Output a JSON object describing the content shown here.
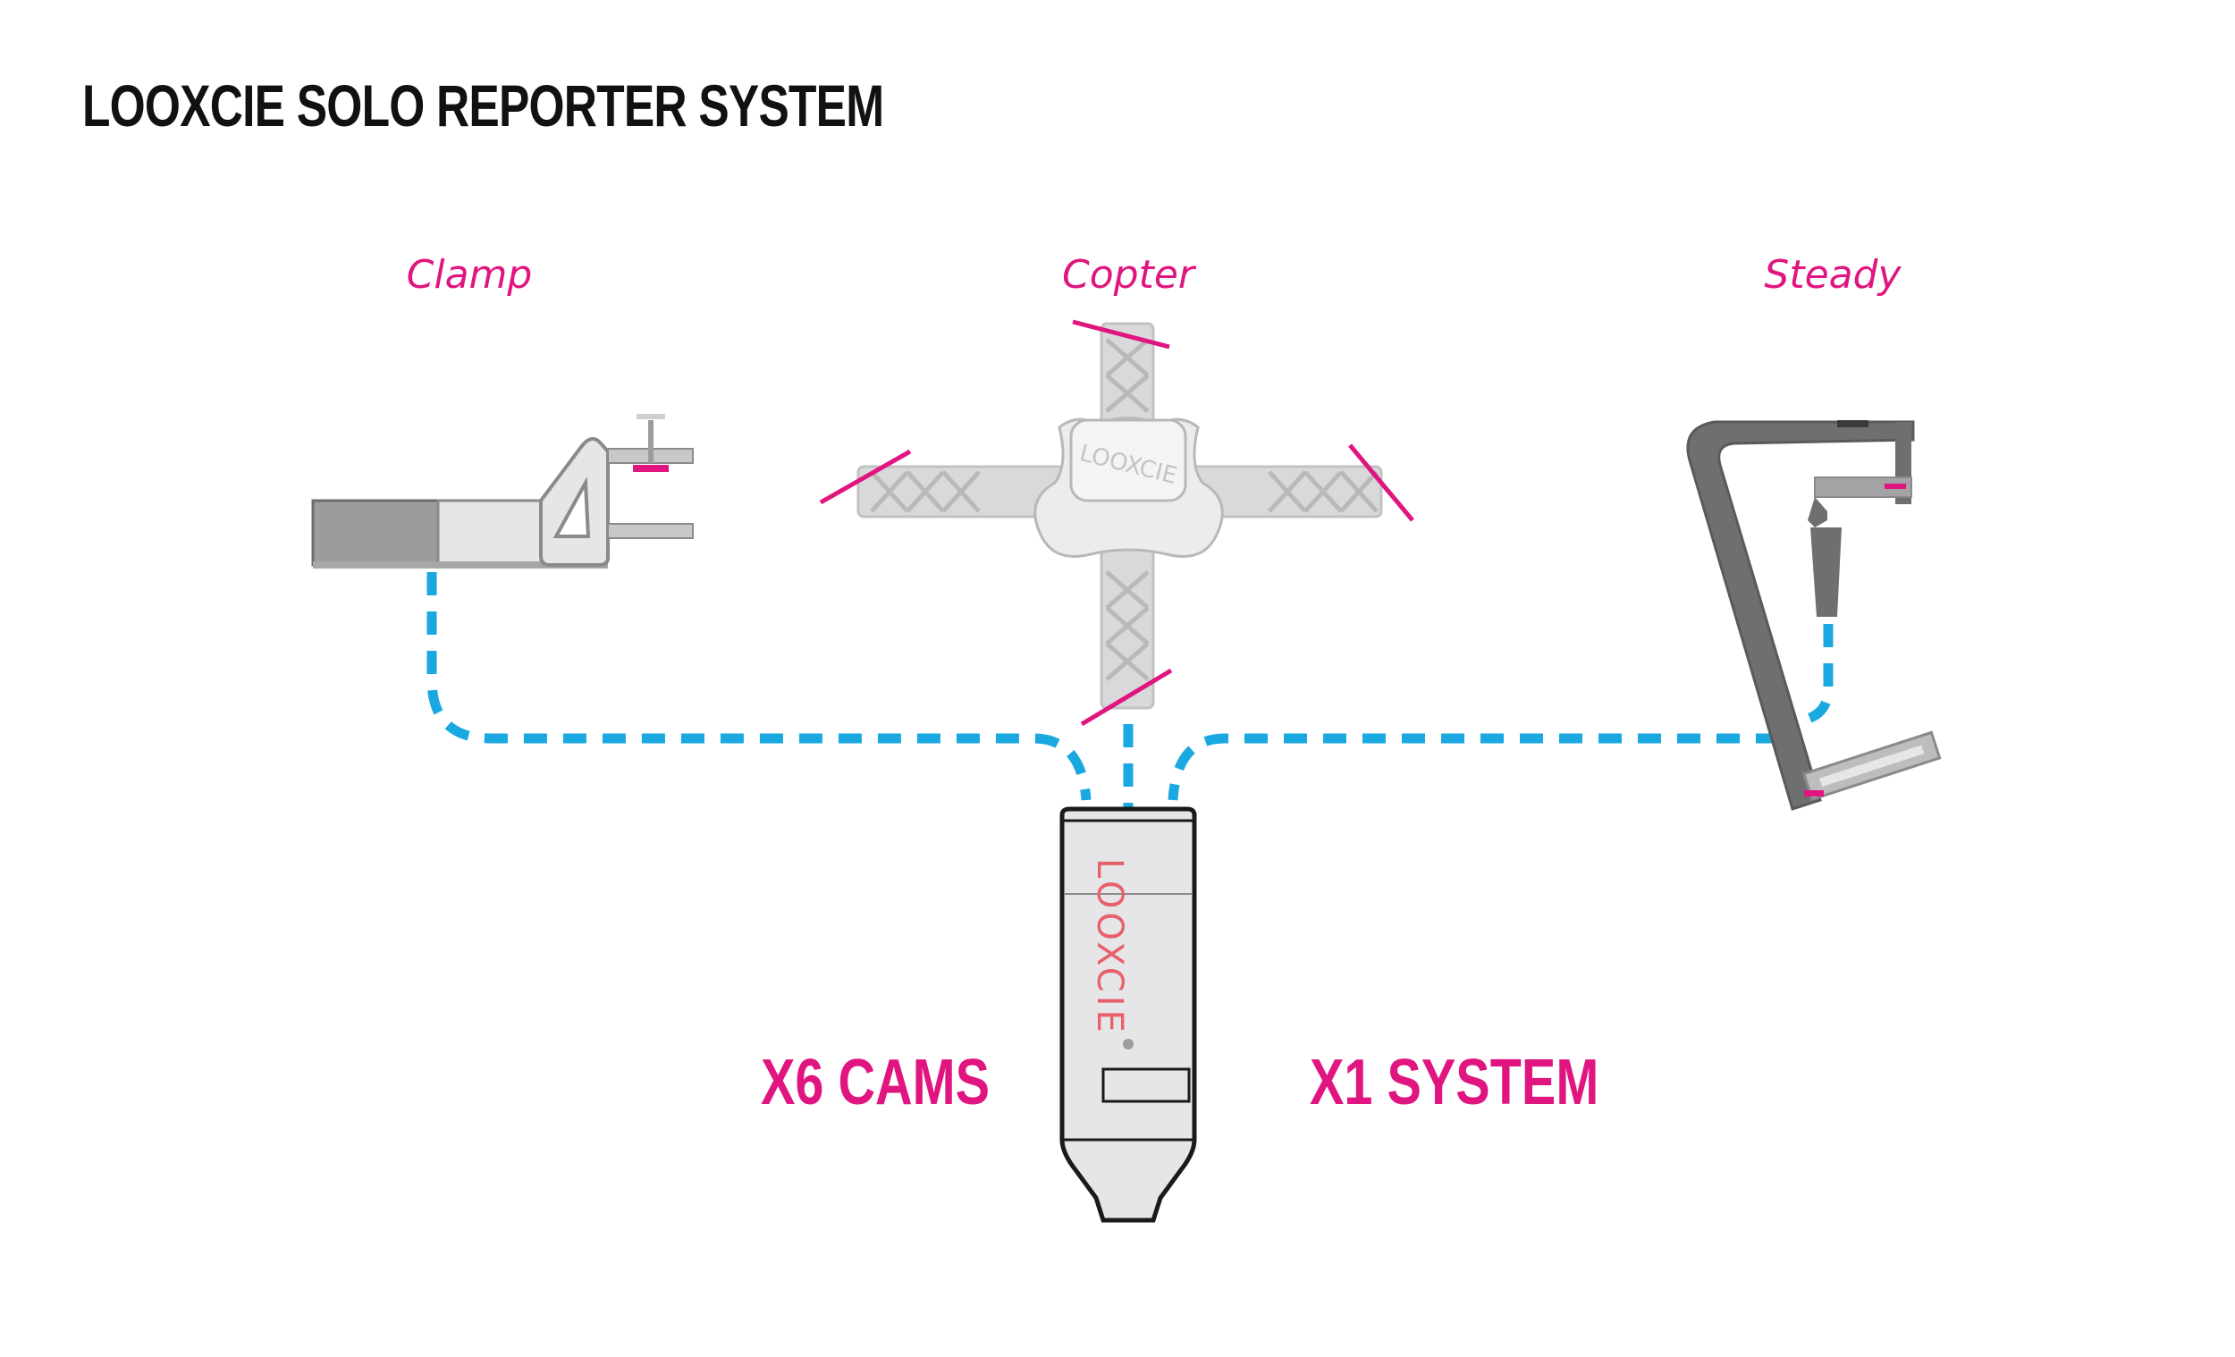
{
  "title": "LOOXCIE SOLO REPORTER SYSTEM",
  "accessories": {
    "clamp": {
      "label": "Clamp"
    },
    "copter": {
      "label": "Copter",
      "brand_text": "LOOXCIE"
    },
    "steady": {
      "label": "Steady"
    }
  },
  "camera": {
    "brand_text": "LOOXCIE"
  },
  "counts": {
    "cams": "X6 CAMS",
    "system": "X1 SYSTEM"
  },
  "colors": {
    "accent": "#e0157f",
    "connector": "#1aa8e0",
    "title": "#111111"
  }
}
